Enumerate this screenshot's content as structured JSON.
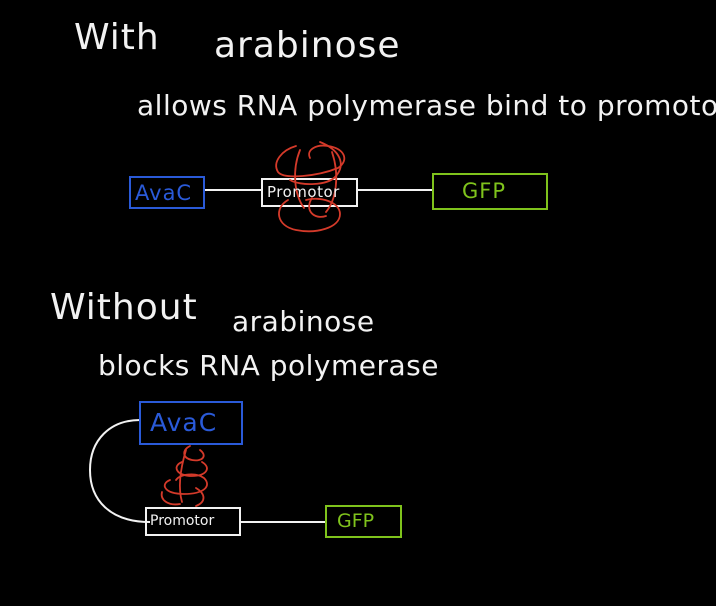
{
  "with": {
    "heading_1": "With",
    "heading_2": "arabinose",
    "note": "allows RNA polymerase bind to promotor",
    "avac_label": "AvaC",
    "promotor_label": "Promotor",
    "gfp_label": "GFP"
  },
  "without": {
    "heading_1": "Without",
    "heading_2": "arabinose",
    "note": "blocks RNA polymerase",
    "avac_label": "AvaC",
    "promotor_label": "Promotor",
    "gfp_label": "GFP"
  },
  "colors": {
    "background": "#000000",
    "ink": "#f2f2f2",
    "avac": "#2a5ad8",
    "gfp": "#7fc31c",
    "polymerase": "#d43a2a"
  }
}
